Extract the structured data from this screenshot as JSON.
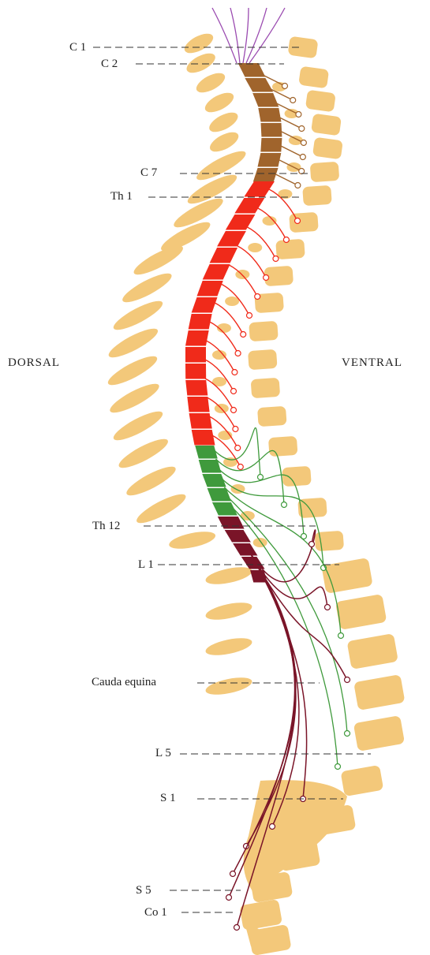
{
  "orientation": {
    "dorsal": "DORSAL",
    "ventral": "VENTRAL"
  },
  "labels": {
    "c1": "C 1",
    "c2": "C 2",
    "c7": "C 7",
    "th1": "Th 1",
    "th12": "Th 12",
    "l1": "L 1",
    "cauda": "Cauda equina",
    "l5": "L 5",
    "s1": "S 1",
    "s5": "S 5",
    "co1": "Co 1"
  },
  "colors": {
    "bone": "#f3c87a",
    "cervical": "#a0642c",
    "thoracic": "#f02a1a",
    "lower_thoracic": "#3f9a3c",
    "lumbar_sacral": "#7a1428",
    "cervical_nerves": "#9a4ab0"
  }
}
